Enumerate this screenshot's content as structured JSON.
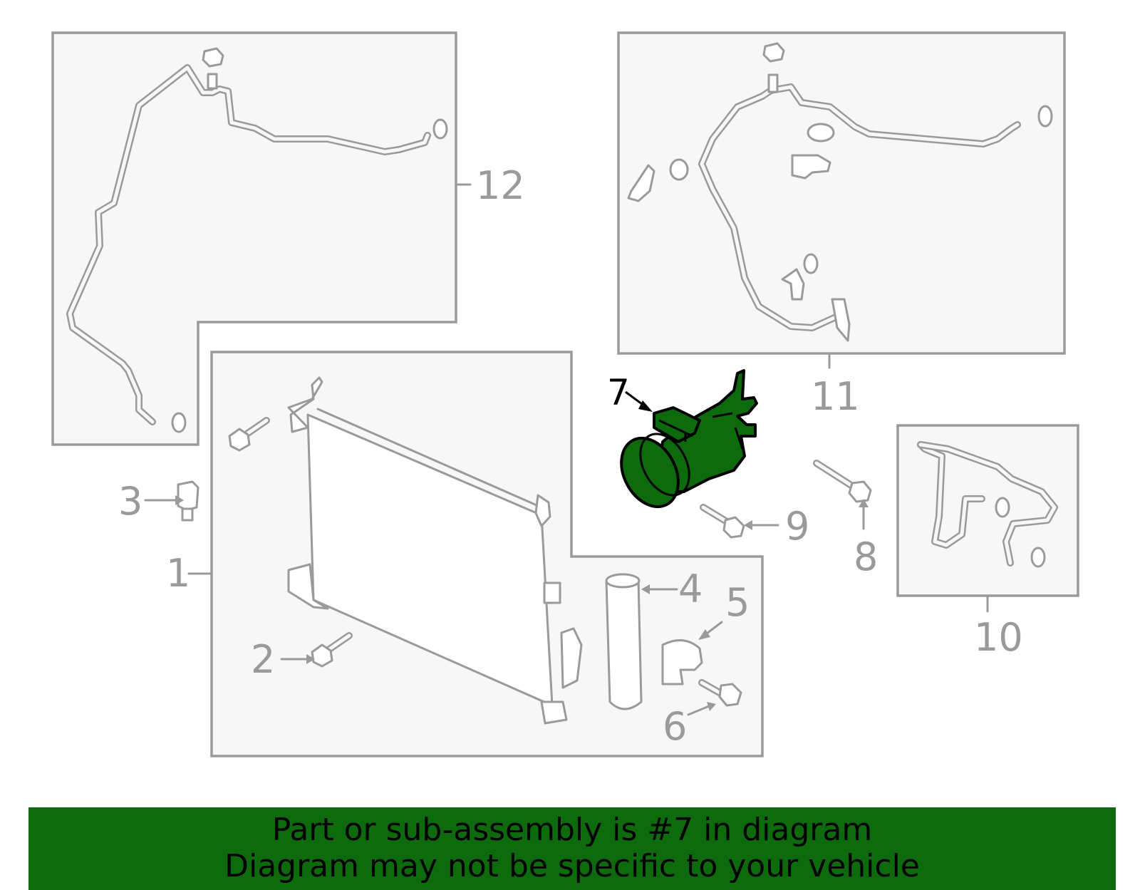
{
  "banner": {
    "line1": "Part or sub-assembly is #7 in diagram",
    "line2": "Diagram may not be specific to your vehicle",
    "color": "#0d6b0d"
  },
  "diagram": {
    "highlight_color": "#0d6b0d",
    "line_color": "#9a9a9a",
    "callouts": [
      {
        "id": "1",
        "label": "1"
      },
      {
        "id": "2",
        "label": "2"
      },
      {
        "id": "3",
        "label": "3"
      },
      {
        "id": "4",
        "label": "4"
      },
      {
        "id": "5",
        "label": "5"
      },
      {
        "id": "6",
        "label": "6"
      },
      {
        "id": "7",
        "label": "7",
        "highlighted": true
      },
      {
        "id": "8",
        "label": "8"
      },
      {
        "id": "9",
        "label": "9"
      },
      {
        "id": "10",
        "label": "10"
      },
      {
        "id": "11",
        "label": "11"
      },
      {
        "id": "12",
        "label": "12"
      }
    ]
  }
}
